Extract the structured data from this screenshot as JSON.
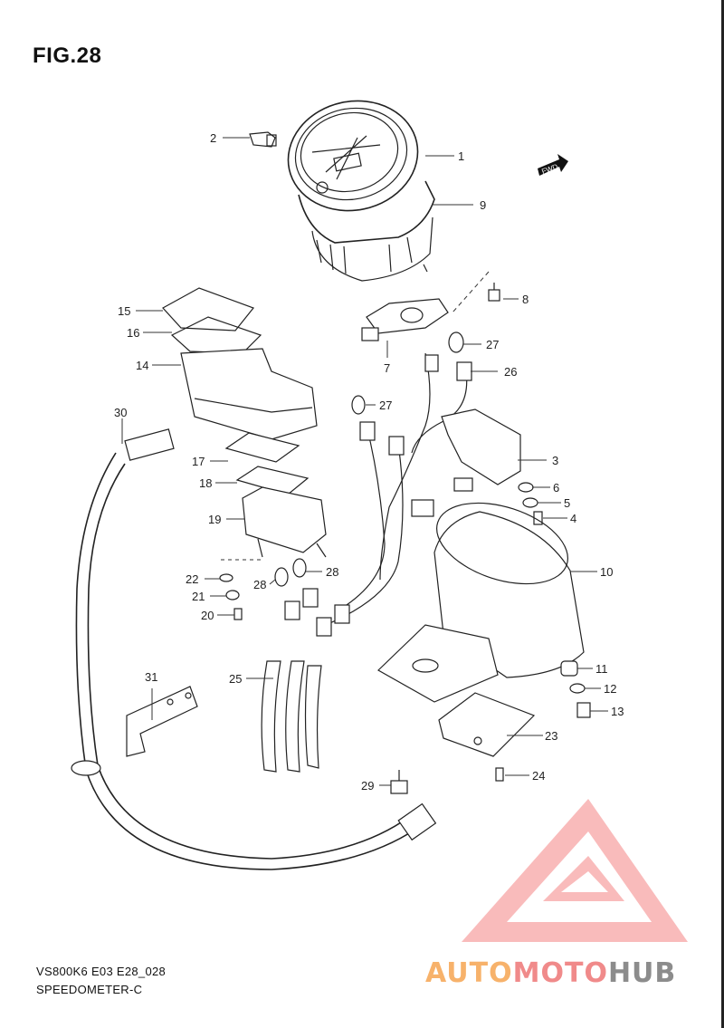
{
  "figure": {
    "title": "FIG.28"
  },
  "footer": {
    "model_code": "VS800K6 E03 E28_028",
    "section_name": "SPEEDOMETER-C"
  },
  "fwd_marker": {
    "label": "FWD"
  },
  "callouts": [
    {
      "number": "1"
    },
    {
      "number": "2"
    },
    {
      "number": "3"
    },
    {
      "number": "4"
    },
    {
      "number": "5"
    },
    {
      "number": "6"
    },
    {
      "number": "7"
    },
    {
      "number": "8"
    },
    {
      "number": "9"
    },
    {
      "number": "10"
    },
    {
      "number": "11"
    },
    {
      "number": "12"
    },
    {
      "number": "13"
    },
    {
      "number": "14"
    },
    {
      "number": "15"
    },
    {
      "number": "16"
    },
    {
      "number": "17"
    },
    {
      "number": "18"
    },
    {
      "number": "19"
    },
    {
      "number": "20"
    },
    {
      "number": "21"
    },
    {
      "number": "22"
    },
    {
      "number": "23"
    },
    {
      "number": "24"
    },
    {
      "number": "25"
    },
    {
      "number": "26"
    },
    {
      "number": "27"
    },
    {
      "number": "27"
    },
    {
      "number": "28"
    },
    {
      "number": "28"
    },
    {
      "number": "29"
    },
    {
      "number": "30"
    },
    {
      "number": "31"
    }
  ],
  "watermark": {
    "text_part1": "AUTO",
    "text_part2": "MOTO",
    "text_part3": "HUB",
    "colors": {
      "part1": "#f7b26b",
      "part2": "#f08a8a",
      "part3": "#8c8c8c",
      "logo": "#f28b8b"
    }
  }
}
